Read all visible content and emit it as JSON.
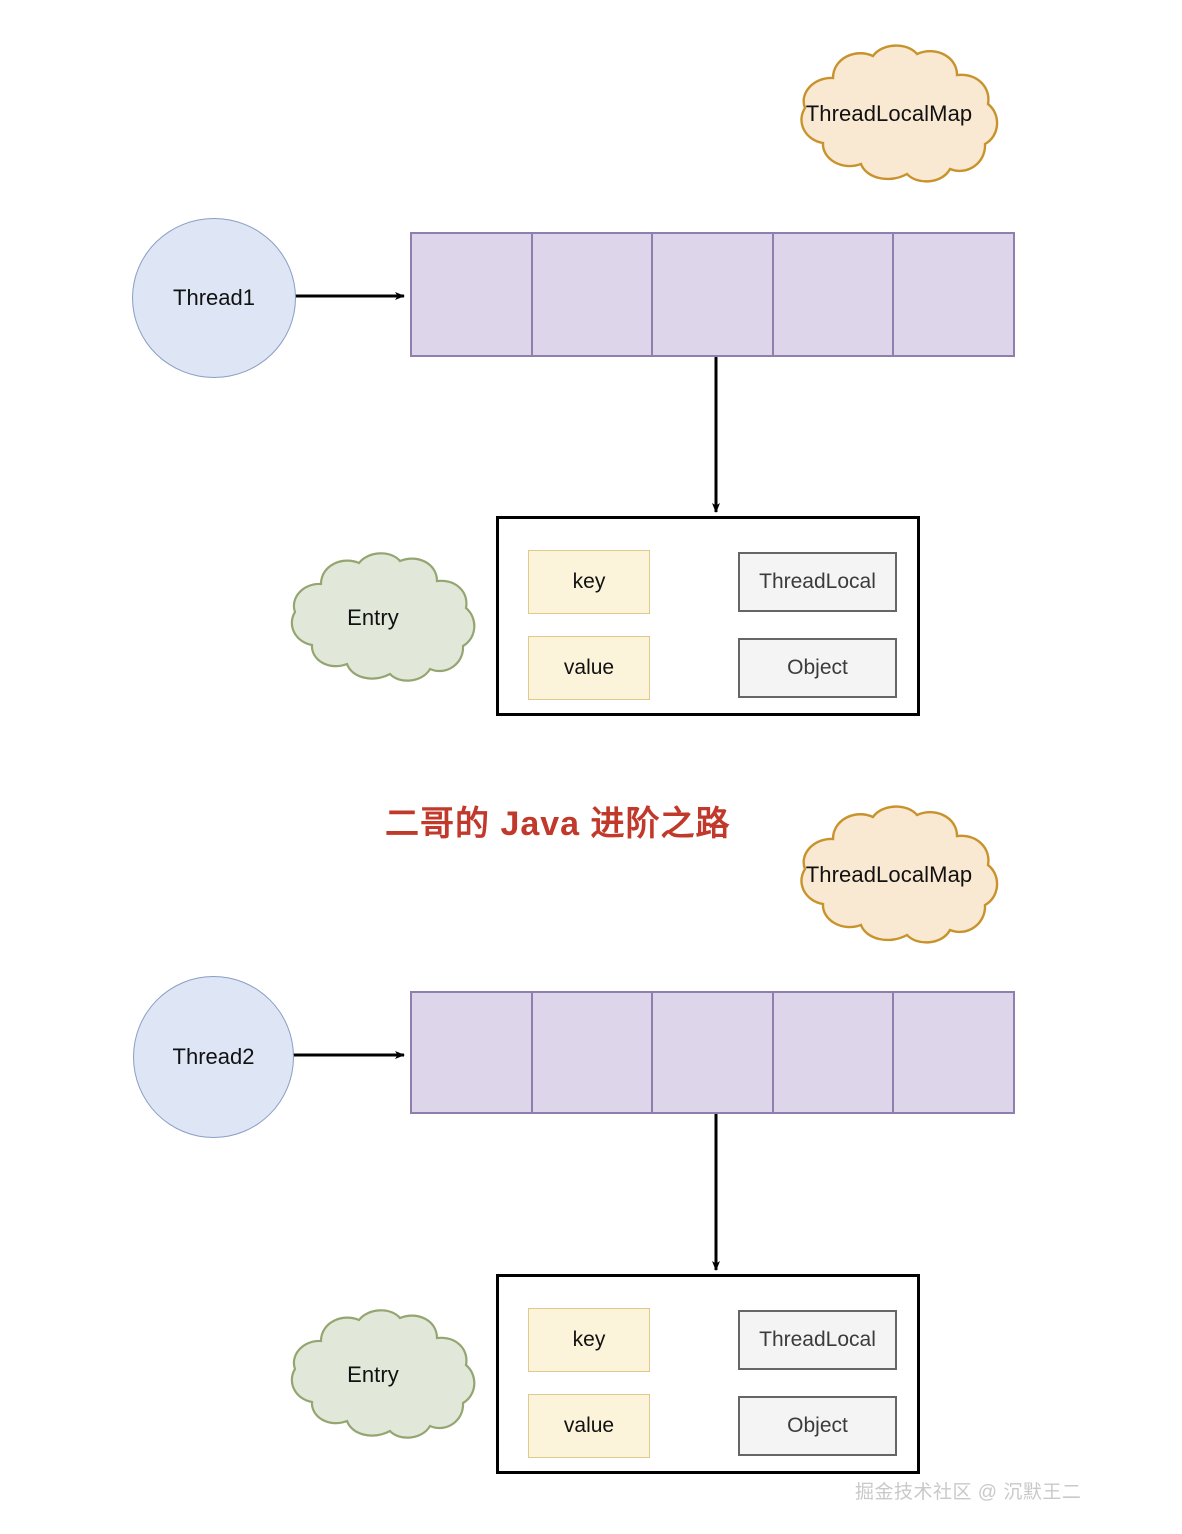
{
  "diagram": {
    "title": "ThreadLocal / ThreadLocalMap structure diagram",
    "background_color": "#ffffff",
    "sections": [
      {
        "id": "thread1-section",
        "thread": {
          "label": "Thread1"
        },
        "map_cloud": {
          "label": "ThreadLocalMap"
        },
        "slot_array": {
          "slot_count": 5,
          "slots": [
            "",
            "",
            "",
            "",
            ""
          ]
        },
        "entry_cloud": {
          "label": "Entry"
        },
        "entry": {
          "rows": [
            {
              "field_label": "key",
              "target_label": "ThreadLocal"
            },
            {
              "field_label": "value",
              "target_label": "Object"
            }
          ]
        }
      },
      {
        "id": "thread2-section",
        "thread": {
          "label": "Thread2"
        },
        "map_cloud": {
          "label": "ThreadLocalMap"
        },
        "slot_array": {
          "slot_count": 5,
          "slots": [
            "",
            "",
            "",
            "",
            ""
          ]
        },
        "entry_cloud": {
          "label": "Entry"
        },
        "entry": {
          "rows": [
            {
              "field_label": "key",
              "target_label": "ThreadLocal"
            },
            {
              "field_label": "value",
              "target_label": "Object"
            }
          ]
        }
      }
    ],
    "brand_watermark": "二哥的 Java 进阶之路",
    "corner_watermark": "掘金技术社区 @ 沉默王二",
    "colors": {
      "cloud_orange_fill": "#fae9d2",
      "cloud_orange_stroke": "#c8932c",
      "cloud_green_fill": "#e1e8d9",
      "cloud_green_stroke": "#94a571",
      "thread_fill": "#dee5f5",
      "thread_stroke": "#8a9ec4",
      "array_fill": "#ddd5e9",
      "array_stroke": "#8f7fae",
      "chip_fill": "#fbf3da",
      "chip_stroke": "#e0c98b",
      "target_fill": "#f4f4f4",
      "target_stroke": "#666666",
      "arrow": "#000000",
      "brand_red": "#c0392b",
      "watermark_gray": "#c9c9c9"
    }
  }
}
